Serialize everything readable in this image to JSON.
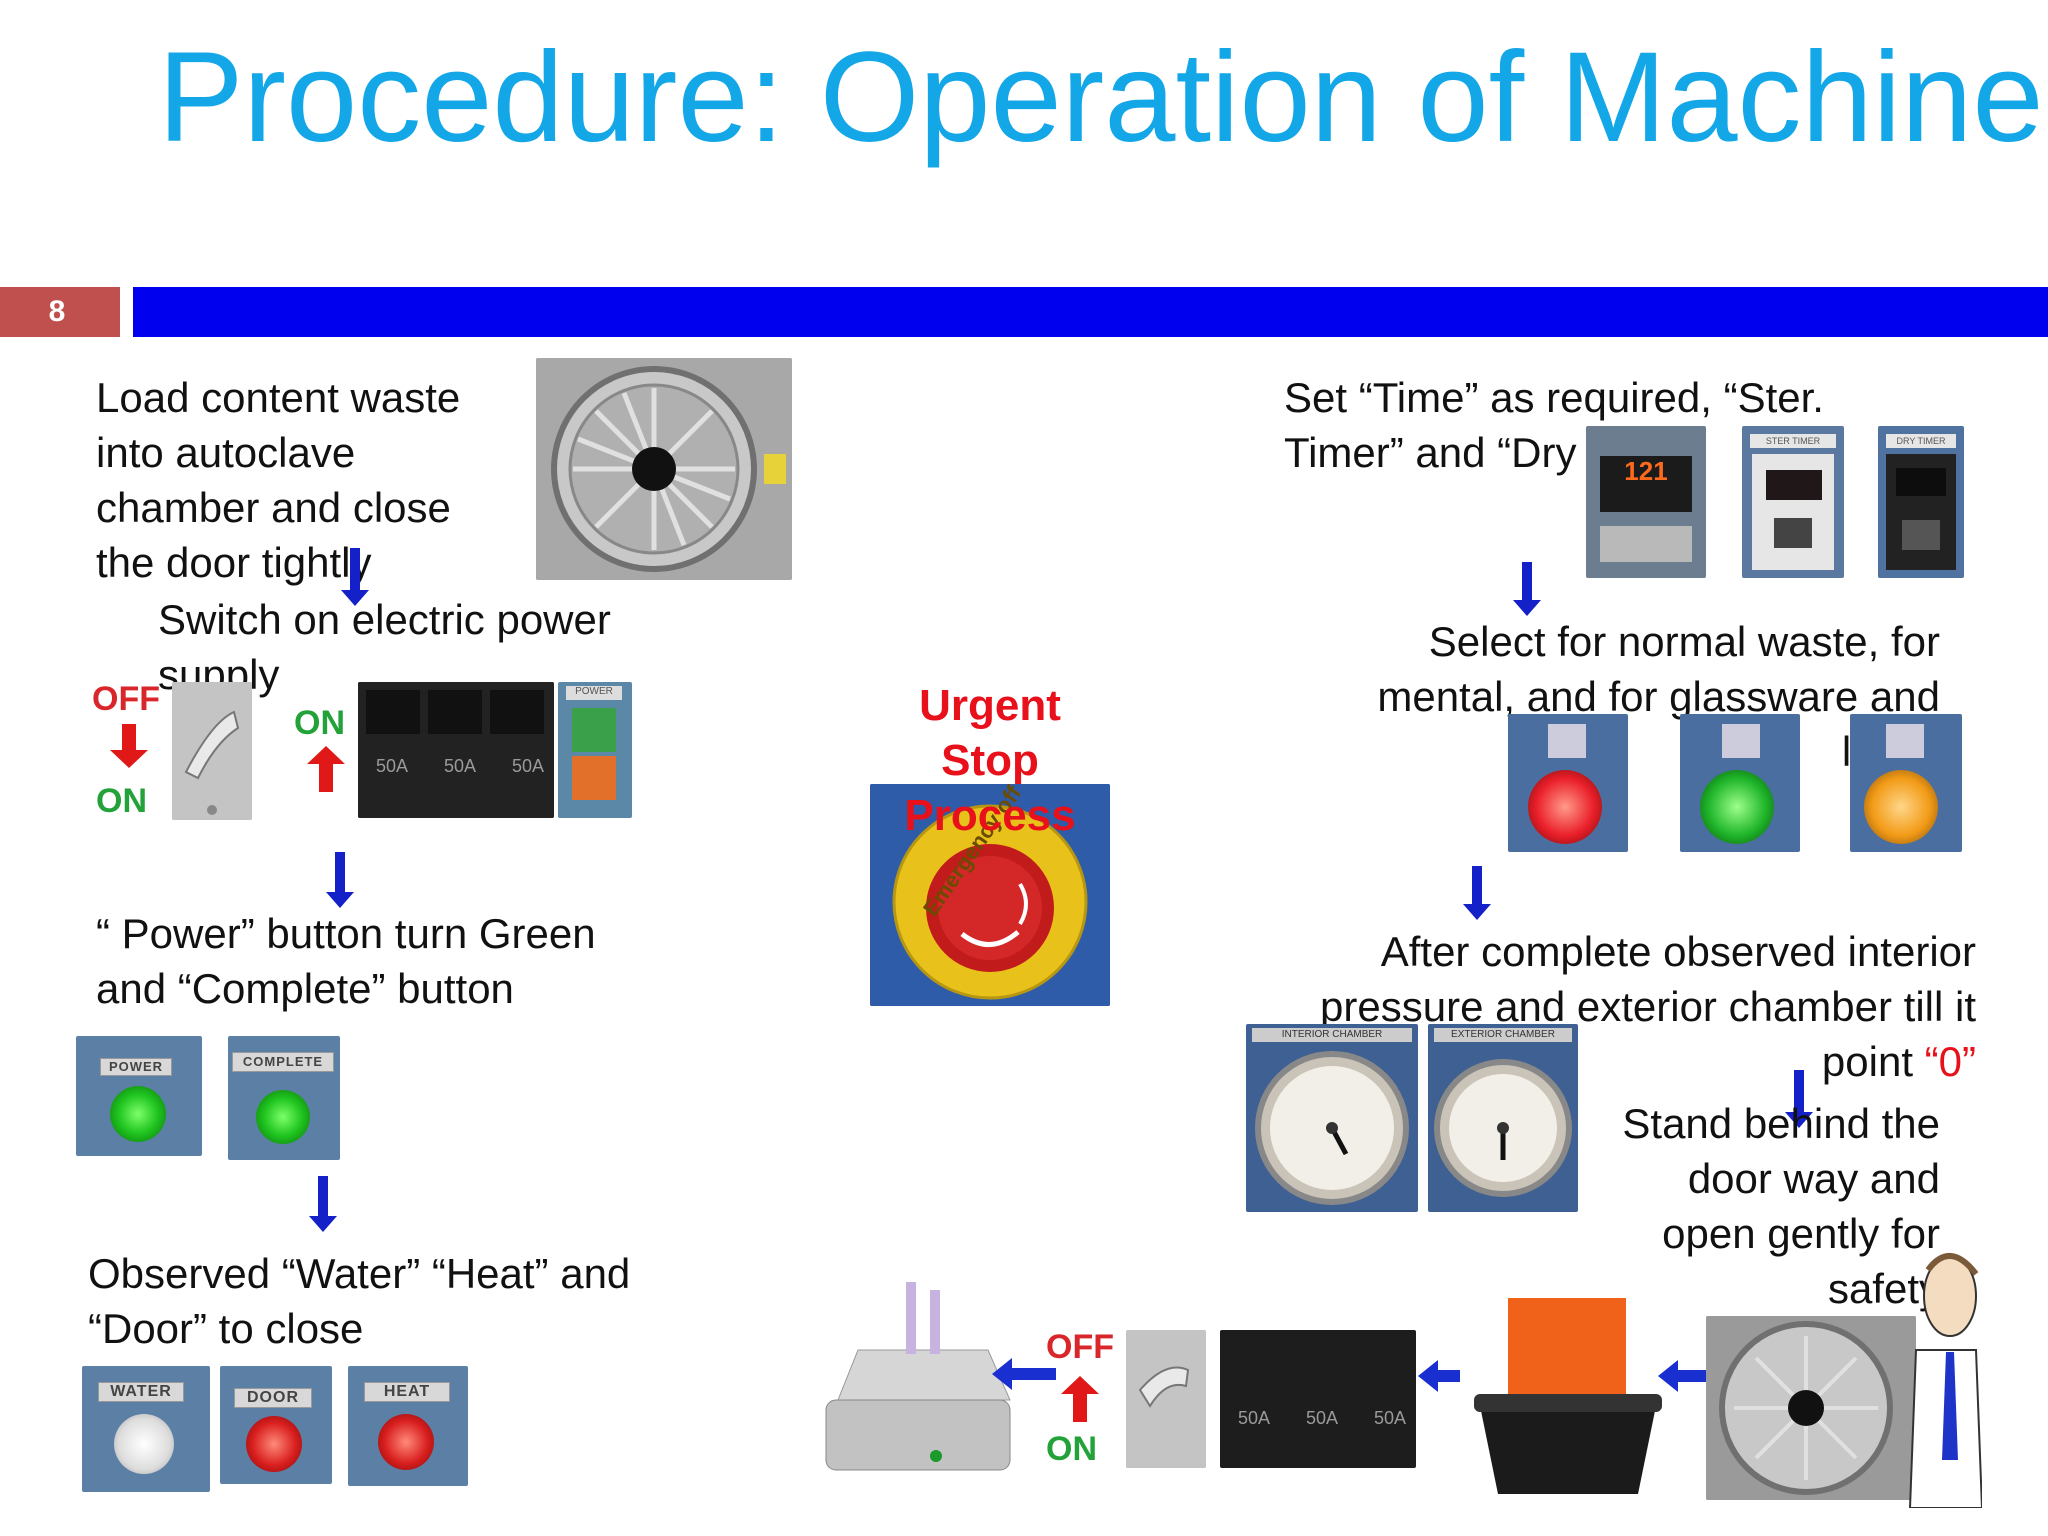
{
  "slide": {
    "title": "Procedure: Operation of Machine",
    "number": "8"
  },
  "left_steps": {
    "step1": "Load content waste into autoclave chamber and close the door tightly",
    "step2": "Switch on electric power supply",
    "step3": "“ Power” button turn Green and “Complete” button",
    "step4": "Observed “Water” “Heat” and “Door” to close"
  },
  "switch_labels": {
    "off": "OFF",
    "on": "ON",
    "on_right": "ON",
    "breaker_ratings": [
      "50A",
      "50A",
      "50A"
    ],
    "power_box": "POWER"
  },
  "indicator_labels": {
    "power": "POWER",
    "complete": "COMPLETE",
    "water": "WATER",
    "door": "DOOR",
    "heat": "HEAT"
  },
  "center": {
    "urgent_line1": "Urgent",
    "urgent_line2": "Stop",
    "urgent_line3": "Process",
    "emergency_text": "Emergency off"
  },
  "right_steps": {
    "step1": "Set “Time” as required, “Ster. Timer” and “Dry Timer”",
    "step2": "Select for normal waste, for mental, and for glassware and liquid",
    "step3_prefix": "After complete observed interior pressure and exterior chamber till it point",
    "step3_value": "“0”",
    "step4": "Stand behind the door way and open gently for safety"
  },
  "timer_labels": {
    "ster_timer": "STER TIMER",
    "dry_timer": "DRY TIMER",
    "display": "121"
  },
  "gauge_labels": {
    "interior": "INTERIOR CHAMBER",
    "exterior": "EXTERIOR CHAMBER"
  },
  "bottom": {
    "off": "OFF",
    "on": "ON",
    "breaker_ratings": [
      "50A",
      "50A",
      "50A"
    ]
  },
  "colors": {
    "title": "#14a7e8",
    "bar": "#0000ee",
    "slide_number_bg": "#c0504d",
    "urgent": "#e8101a"
  }
}
